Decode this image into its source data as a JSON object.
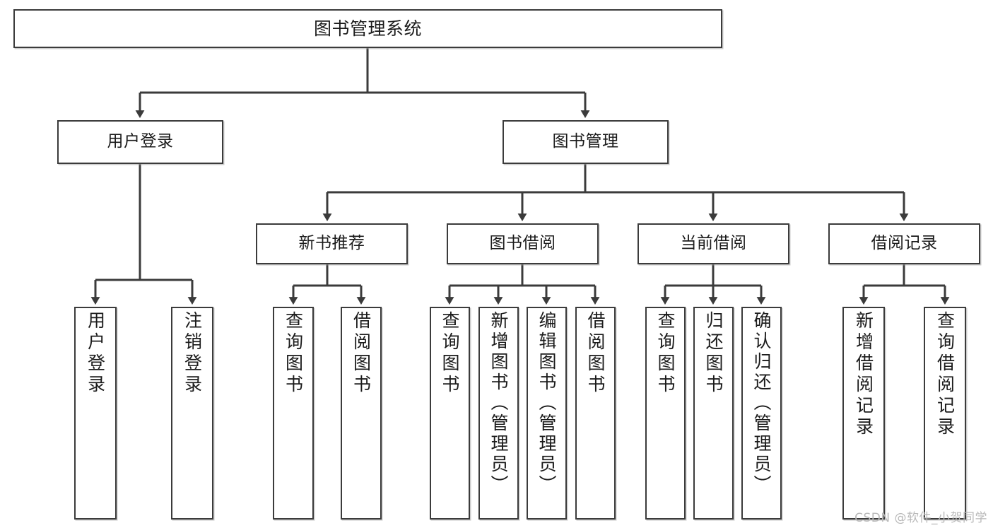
{
  "diagram": {
    "title": "图书管理系统",
    "type": "tree",
    "orientation": "top-down",
    "colors": {
      "box_border": "#3b3b3b",
      "box_fill": "#ffffff",
      "connector": "#3b3b3b",
      "canvas": "#ffffff",
      "watermark": "#b9b9b9"
    },
    "root": {
      "id": "root",
      "label": "图书管理系统"
    },
    "level2": [
      {
        "id": "user-login",
        "label": "用户登录"
      },
      {
        "id": "book-management",
        "label": "图书管理"
      }
    ],
    "level3": [
      {
        "id": "new-book-recommend",
        "label": "新书推荐"
      },
      {
        "id": "book-borrow",
        "label": "图书借阅"
      },
      {
        "id": "current-borrow",
        "label": "当前借阅"
      },
      {
        "id": "borrow-record",
        "label": "借阅记录"
      }
    ],
    "leaves": {
      "user_login": [
        {
          "id": "leaf-user-login",
          "label": "用户登录"
        },
        {
          "id": "leaf-user-logout",
          "label": "注销登录"
        }
      ],
      "new_book_recommend": [
        {
          "id": "leaf-query-book-1",
          "label": "查询图书"
        },
        {
          "id": "leaf-borrow-book-1",
          "label": "借阅图书"
        }
      ],
      "book_borrow": [
        {
          "id": "leaf-query-book-2",
          "label": "查询图书"
        },
        {
          "id": "leaf-add-book",
          "label": "新增图书（管理员）"
        },
        {
          "id": "leaf-edit-book",
          "label": "编辑图书（管理员）"
        },
        {
          "id": "leaf-borrow-book-2",
          "label": "借阅图书"
        }
      ],
      "current_borrow": [
        {
          "id": "leaf-query-book-3",
          "label": "查询图书"
        },
        {
          "id": "leaf-return-book",
          "label": "归还图书"
        },
        {
          "id": "leaf-confirm-return",
          "label": "确认归还（管理员）"
        }
      ],
      "borrow_record": [
        {
          "id": "leaf-add-record",
          "label": "新增借阅记录"
        },
        {
          "id": "leaf-query-record",
          "label": "查询借阅记录"
        }
      ]
    }
  },
  "watermark": {
    "text": "CSDN @软件_小贺同学"
  }
}
